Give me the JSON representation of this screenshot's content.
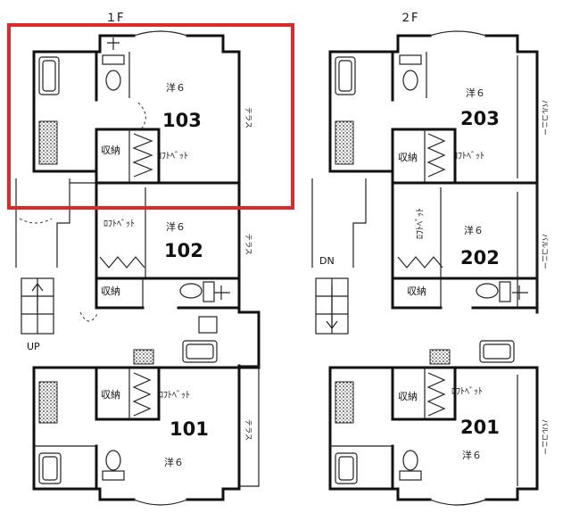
{
  "floors": {
    "first": "１F",
    "second": "２F"
  },
  "rooms": {
    "r101": "101",
    "r102": "102",
    "r103": "103",
    "r201": "201",
    "r202": "202",
    "r203": "203"
  },
  "labels": {
    "western": "洋６",
    "western_alt": "洋６",
    "storage": "収納",
    "loft_bed": "ﾛﾌﾄﾍﾞｯﾄ",
    "terrace": "テラス",
    "balcony": "バルコニー",
    "up": "UP",
    "down": "DN"
  },
  "colors": {
    "highlight": "#d92b2b"
  }
}
